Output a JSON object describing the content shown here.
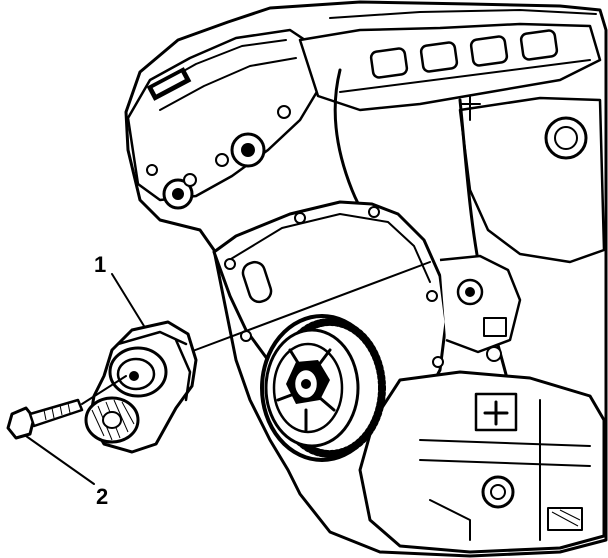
{
  "diagram": {
    "callouts": [
      {
        "id": "1",
        "label": "1"
      },
      {
        "id": "2",
        "label": "2"
      }
    ],
    "colors": {
      "ink": "#000000",
      "paper": "#ffffff"
    },
    "icons": [
      "engine-block",
      "drive-belt-tensioner",
      "tensioner-bolt",
      "crankshaft-balancer"
    ]
  }
}
